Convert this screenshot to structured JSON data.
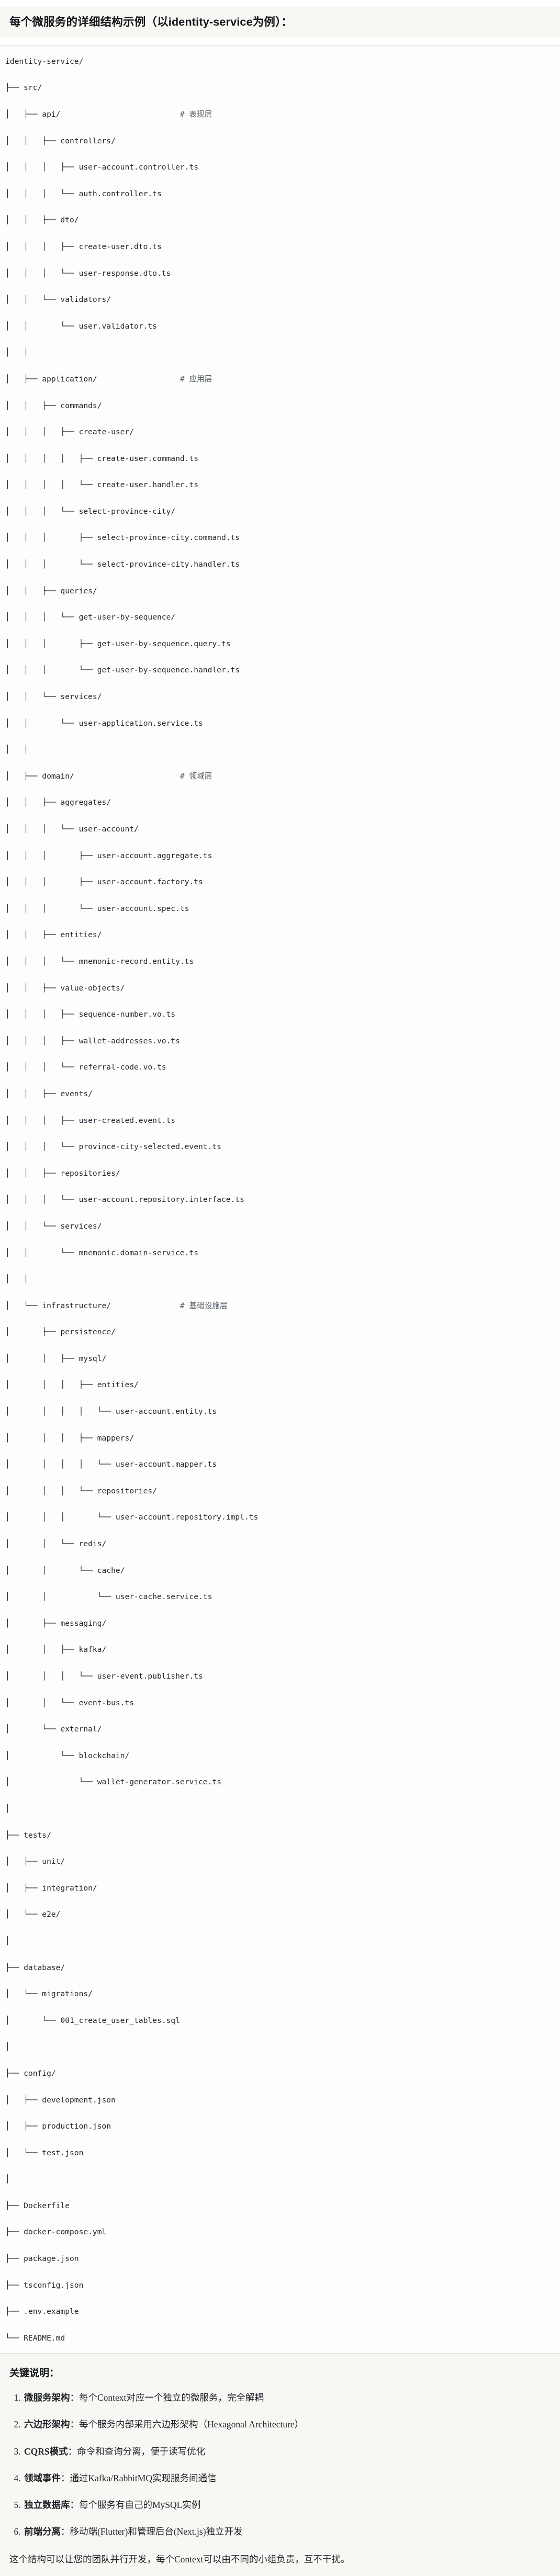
{
  "title": "每个微服务的详细结构示例（以identity-service为例）：",
  "code_block": {
    "language": "text",
    "lines": [
      "identity-service/",
      "├── src/",
      "│   ├── api/                          # 表现层",
      "│   │   ├── controllers/",
      "│   │   │   ├── user-account.controller.ts",
      "│   │   │   └── auth.controller.ts",
      "│   │   ├── dto/",
      "│   │   │   ├── create-user.dto.ts",
      "│   │   │   └── user-response.dto.ts",
      "│   │   └── validators/",
      "│   │       └── user.validator.ts",
      "│   │",
      "│   ├── application/                  # 应用层",
      "│   │   ├── commands/",
      "│   │   │   ├── create-user/",
      "│   │   │   │   ├── create-user.command.ts",
      "│   │   │   │   └── create-user.handler.ts",
      "│   │   │   └── select-province-city/",
      "│   │   │       ├── select-province-city.command.ts",
      "│   │   │       └── select-province-city.handler.ts",
      "│   │   ├── queries/",
      "│   │   │   └── get-user-by-sequence/",
      "│   │   │       ├── get-user-by-sequence.query.ts",
      "│   │   │       └── get-user-by-sequence.handler.ts",
      "│   │   └── services/",
      "│   │       └── user-application.service.ts",
      "│   │",
      "│   ├── domain/                       # 领域层",
      "│   │   ├── aggregates/",
      "│   │   │   └── user-account/",
      "│   │   │       ├── user-account.aggregate.ts",
      "│   │   │       ├── user-account.factory.ts",
      "│   │   │       └── user-account.spec.ts",
      "│   │   ├── entities/",
      "│   │   │   └── mnemonic-record.entity.ts",
      "│   │   ├── value-objects/",
      "│   │   │   ├── sequence-number.vo.ts",
      "│   │   │   ├── wallet-addresses.vo.ts",
      "│   │   │   └── referral-code.vo.ts",
      "│   │   ├── events/",
      "│   │   │   ├── user-created.event.ts",
      "│   │   │   └── province-city-selected.event.ts",
      "│   │   ├── repositories/",
      "│   │   │   └── user-account.repository.interface.ts",
      "│   │   └── services/",
      "│   │       └── mnemonic.domain-service.ts",
      "│   │",
      "│   └── infrastructure/               # 基础设施层",
      "│       ├── persistence/",
      "│       │   ├── mysql/",
      "│       │   │   ├── entities/",
      "│       │   │   │   └── user-account.entity.ts",
      "│       │   │   ├── mappers/",
      "│       │   │   │   └── user-account.mapper.ts",
      "│       │   │   └── repositories/",
      "│       │   │       └── user-account.repository.impl.ts",
      "│       │   └── redis/",
      "│       │       └── cache/",
      "│       │           └── user-cache.service.ts",
      "│       ├── messaging/",
      "│       │   ├── kafka/",
      "│       │   │   └── user-event.publisher.ts",
      "│       │   └── event-bus.ts",
      "│       └── external/",
      "│           └── blockchain/",
      "│               └── wallet-generator.service.ts",
      "│",
      "├── tests/",
      "│   ├── unit/",
      "│   ├── integration/",
      "│   └── e2e/",
      "│",
      "├── database/",
      "│   └── migrations/",
      "│       └── 001_create_user_tables.sql",
      "│",
      "├── config/",
      "│   ├── development.json",
      "│   ├── production.json",
      "│   └── test.json",
      "│",
      "├── Dockerfile",
      "├── docker-compose.yml",
      "├── package.json",
      "├── tsconfig.json",
      "├── .env.example",
      "└── README.md"
    ]
  },
  "notes": {
    "heading": "关键说明：",
    "items": [
      {
        "term": "微服务架构",
        "body": "：每个Context对应一个独立的微服务，完全解耦"
      },
      {
        "term": "六边形架构",
        "body": "：每个服务内部采用六边形架构（Hexagonal Architecture）"
      },
      {
        "term": "CQRS模式",
        "body": "：命令和查询分离，便于读写优化"
      },
      {
        "term": "领域事件",
        "body": "：通过Kafka/RabbitMQ实现服务间通信"
      },
      {
        "term": "独立数据库",
        "body": "：每个服务有自己的MySQL实例"
      },
      {
        "term": "前端分离",
        "body": "：移动端(Flutter)和管理后台(Next.js)独立开发"
      }
    ],
    "closing": "这个结构可以让您的团队并行开发，每个Context可以由不同的小组负责，互不干扰。"
  }
}
